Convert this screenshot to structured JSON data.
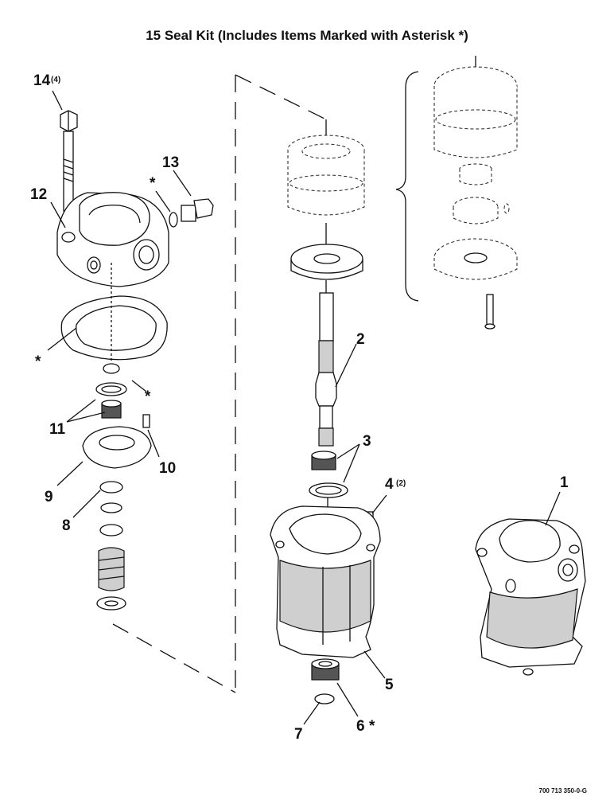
{
  "title": "15 Seal Kit (Includes Items Marked with Asterisk *)",
  "drawing_code": "700 713 350-0-G",
  "colors": {
    "ink": "#111111",
    "paper": "#ffffff",
    "shade": "#cfcfcf"
  },
  "callouts": {
    "c1": "1",
    "c2": "2",
    "c3": "3",
    "c4": "4",
    "c4q": "(2)",
    "c5": "5",
    "c6": "6",
    "c7": "7",
    "c8": "8",
    "c9": "9",
    "c10": "10",
    "c11": "11",
    "c12": "12",
    "c13": "13",
    "c14": "14",
    "c14q": "(4)"
  },
  "asterisk": "*"
}
